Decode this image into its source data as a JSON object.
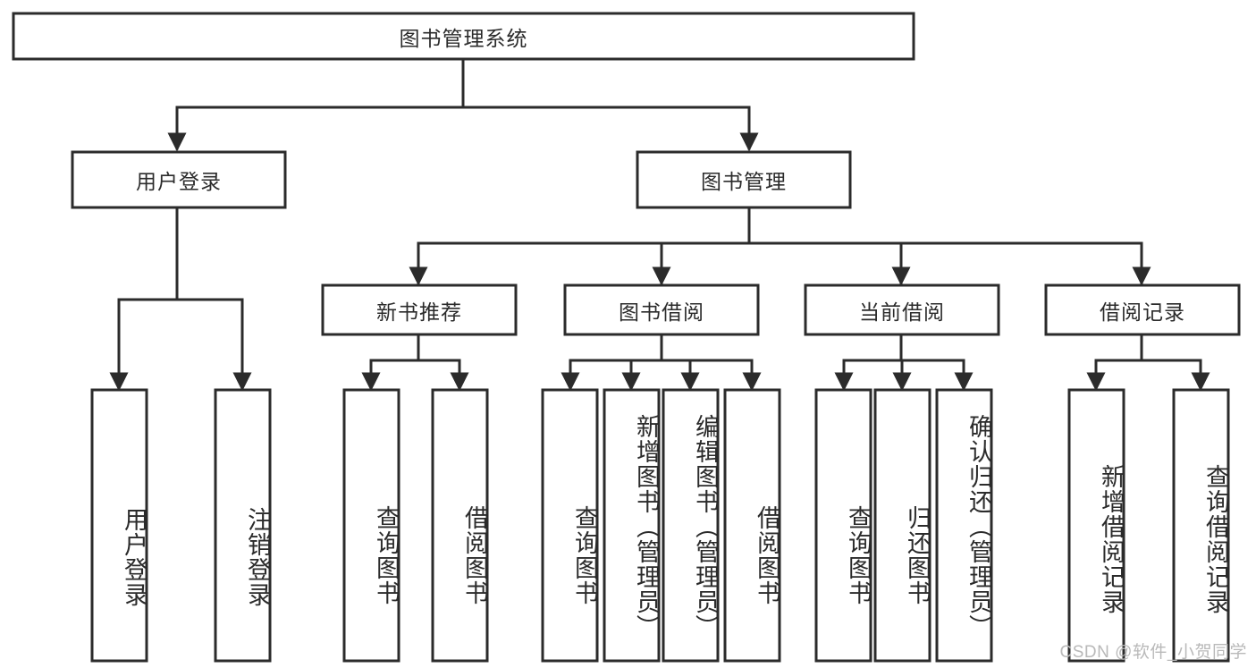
{
  "diagram": {
    "type": "tree-hierarchy",
    "title": "图书管理系统",
    "root": {
      "label": "图书管理系统"
    },
    "level2": [
      {
        "id": "user-login",
        "label": "用户登录"
      },
      {
        "id": "book-manage",
        "label": "图书管理"
      }
    ],
    "level3": [
      {
        "id": "new-book-recommend",
        "label": "新书推荐"
      },
      {
        "id": "book-borrow",
        "label": "图书借阅"
      },
      {
        "id": "current-borrow",
        "label": "当前借阅"
      },
      {
        "id": "borrow-record",
        "label": "借阅记录"
      }
    ],
    "leaves": {
      "user_login": [
        {
          "id": "leaf-user-login",
          "label": "用户登录"
        },
        {
          "id": "leaf-logout",
          "label": "注销登录"
        }
      ],
      "new_book_recommend": [
        {
          "id": "leaf-query-book-1",
          "label": "查询图书"
        },
        {
          "id": "leaf-borrow-book-1",
          "label": "借阅图书"
        }
      ],
      "book_borrow": [
        {
          "id": "leaf-query-book-2",
          "label": "查询图书"
        },
        {
          "id": "leaf-add-book",
          "label": "新增图书（管理员）"
        },
        {
          "id": "leaf-edit-book",
          "label": "编辑图书（管理员）"
        },
        {
          "id": "leaf-borrow-book-2",
          "label": "借阅图书"
        }
      ],
      "current_borrow": [
        {
          "id": "leaf-query-book-3",
          "label": "查询图书"
        },
        {
          "id": "leaf-return-book",
          "label": "归还图书"
        },
        {
          "id": "leaf-confirm-return",
          "label": "确认归还（管理员）"
        }
      ],
      "borrow_record": [
        {
          "id": "leaf-add-record",
          "label": "新增借阅记录"
        },
        {
          "id": "leaf-query-record",
          "label": "查询借阅记录"
        }
      ]
    }
  },
  "watermark": {
    "text": "CSDN @软件_小贺同学"
  },
  "colors": {
    "background": "#ffffff",
    "stroke": "#2b2b2b",
    "text": "#2b2b2b",
    "watermark": "#b9b9b9"
  }
}
